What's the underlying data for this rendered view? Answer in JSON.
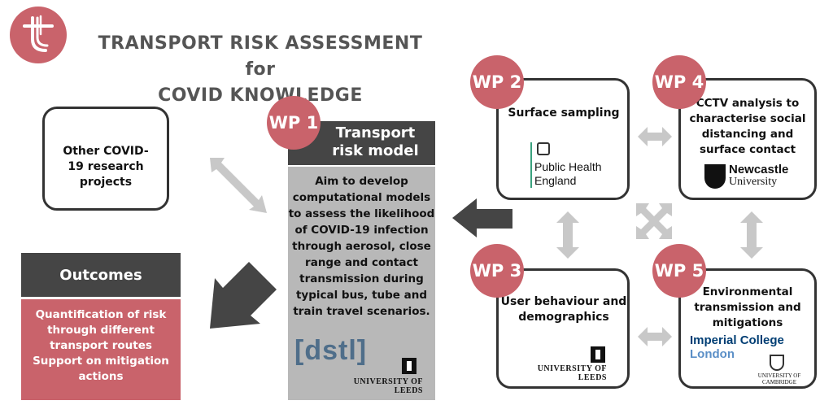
{
  "title": {
    "line1": "TRANSPORT RISK ASSESSMENT for",
    "line2": "COVID KNOWLEDGE"
  },
  "logo": {
    "name": "transport-logo"
  },
  "other": {
    "label": "Other COVID-19 research projects"
  },
  "outcomes": {
    "header": "Outcomes",
    "lines": [
      "Quantification of risk",
      "through different",
      "transport routes",
      "Support on mitigation",
      "actions"
    ]
  },
  "wp1": {
    "badge": "WP 1",
    "header_line1": "Transport",
    "header_line2": "risk model",
    "body": [
      "Aim to develop",
      "computational models",
      "to assess the likelihood",
      "of COVID-19 infection",
      "through aerosol, close",
      "range and contact",
      "transmission during",
      "typical bus, tube and",
      "train travel scenarios."
    ],
    "dstl": "[dstl]",
    "leeds": "UNIVERSITY OF LEEDS"
  },
  "wp2": {
    "badge": "WP 2",
    "label": "Surface sampling",
    "org_line1": "Public Health",
    "org_line2": "England"
  },
  "wp3": {
    "badge": "WP 3",
    "label_line1": "User behaviour and",
    "label_line2": "demographics",
    "org": "UNIVERSITY OF LEEDS"
  },
  "wp4": {
    "badge": "WP 4",
    "label": [
      "CCTV analysis to",
      "characterise social",
      "distancing and",
      "surface contact"
    ],
    "org_line1": "Newcastle",
    "org_line2": "University"
  },
  "wp5": {
    "badge": "WP 5",
    "label": [
      "Environmental",
      "transmission and",
      "mitigations"
    ],
    "org1_line1": "Imperial College",
    "org1_line2": "London",
    "org2_line1": "UNIVERSITY OF",
    "org2_line2": "CAMBRIDGE"
  },
  "colors": {
    "accent": "#c9636b",
    "dark": "#454545",
    "grey": "#b8b8b8",
    "arrow_light": "#c8c8c8"
  }
}
